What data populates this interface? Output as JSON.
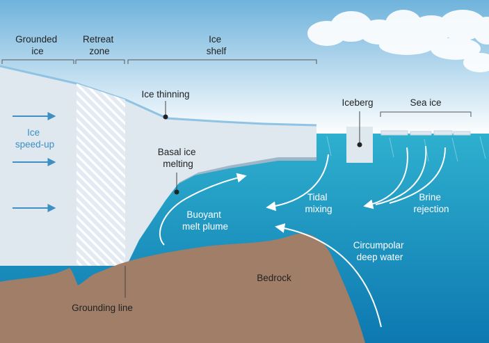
{
  "colors": {
    "sky_top": "#6fb3dc",
    "sky_bottom": "#ffffff",
    "ocean_top": "#2fb0cf",
    "ocean_bottom": "#0d78b0",
    "ice": "#dfe7ef",
    "ice_edge": "#9fb6c8",
    "bedrock": "#a07e67",
    "arrow_blue": "#3d8fc4"
  },
  "labels": {
    "grounded_ice": [
      "Grounded",
      "ice"
    ],
    "retreat_zone": [
      "Retreat",
      "zone"
    ],
    "ice_shelf": [
      "Ice",
      "shelf"
    ],
    "ice_thinning": "Ice thinning",
    "basal_ice_melting": [
      "Basal ice",
      "melting"
    ],
    "ice_speed_up": [
      "Ice",
      "speed-up"
    ],
    "buoyant_melt_plume": [
      "Buoyant",
      "melt plume"
    ],
    "tidal_mixing": [
      "Tidal",
      "mixing"
    ],
    "brine_rejection": [
      "Brine",
      "rejection"
    ],
    "circumpolar_deep_water": [
      "Circumpolar",
      "deep water"
    ],
    "iceberg": "Iceberg",
    "sea_ice": "Sea ice",
    "bedrock": "Bedrock",
    "grounding_line": "Grounding line"
  }
}
